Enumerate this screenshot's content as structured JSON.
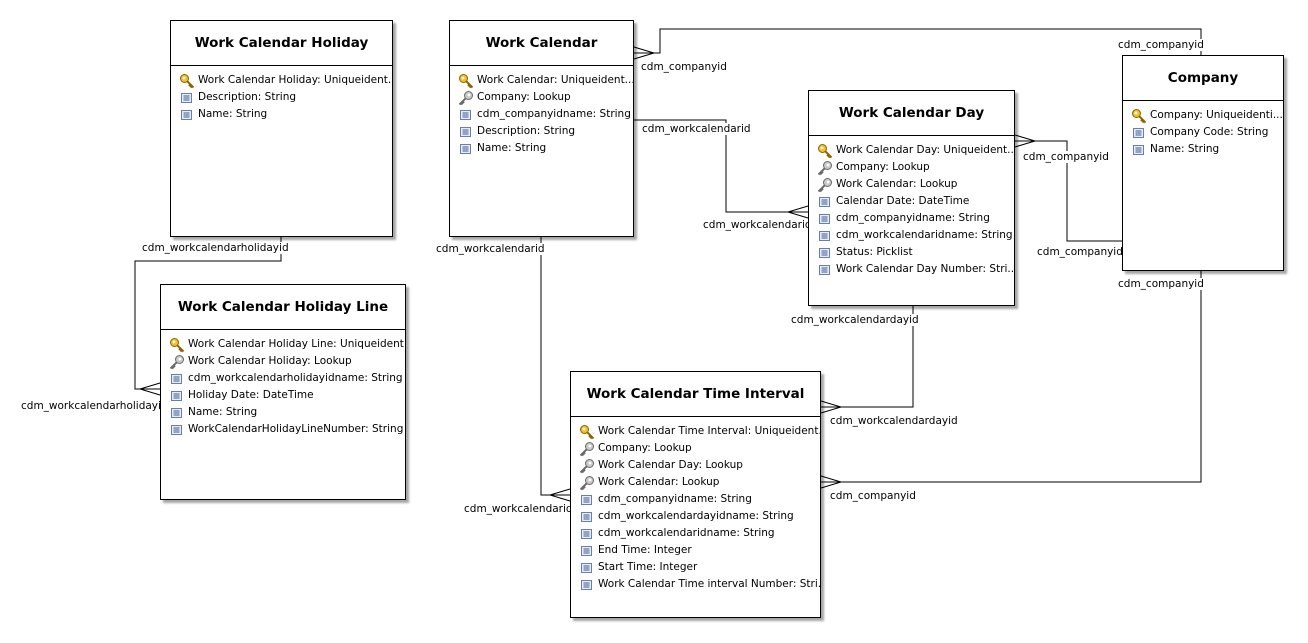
{
  "entities": {
    "holiday": {
      "title": "Work Calendar Holiday",
      "attributes": [
        {
          "icon": "primary-key-icon",
          "text": "Work Calendar Holiday: Uniqueident..."
        },
        {
          "icon": "field-icon",
          "text": "Description: String"
        },
        {
          "icon": "field-icon",
          "text": "Name: String"
        }
      ]
    },
    "calendar": {
      "title": "Work Calendar",
      "attributes": [
        {
          "icon": "primary-key-icon",
          "text": "Work Calendar: Uniqueident..."
        },
        {
          "icon": "foreign-key-icon",
          "text": "Company: Lookup"
        },
        {
          "icon": "field-icon",
          "text": "cdm_companyidname: String"
        },
        {
          "icon": "field-icon",
          "text": "Description: String"
        },
        {
          "icon": "field-icon",
          "text": "Name: String"
        }
      ]
    },
    "day": {
      "title": "Work Calendar Day",
      "attributes": [
        {
          "icon": "primary-key-icon",
          "text": "Work Calendar Day: Uniqueident..."
        },
        {
          "icon": "foreign-key-icon",
          "text": "Company: Lookup"
        },
        {
          "icon": "foreign-key-icon",
          "text": "Work Calendar: Lookup"
        },
        {
          "icon": "field-icon",
          "text": "Calendar Date: DateTime"
        },
        {
          "icon": "field-icon",
          "text": "cdm_companyidname: String"
        },
        {
          "icon": "field-icon",
          "text": "cdm_workcalendaridname: String"
        },
        {
          "icon": "field-icon",
          "text": "Status: Picklist"
        },
        {
          "icon": "field-icon",
          "text": "Work Calendar Day Number: Stri..."
        }
      ]
    },
    "company": {
      "title": "Company",
      "attributes": [
        {
          "icon": "primary-key-icon",
          "text": "Company: Uniqueidenti..."
        },
        {
          "icon": "field-icon",
          "text": "Company Code: String"
        },
        {
          "icon": "field-icon",
          "text": "Name: String"
        }
      ]
    },
    "holiday_line": {
      "title": "Work Calendar Holiday Line",
      "attributes": [
        {
          "icon": "primary-key-icon",
          "text": "Work Calendar Holiday Line: Uniqueident..."
        },
        {
          "icon": "foreign-key-icon",
          "text": "Work Calendar Holiday: Lookup"
        },
        {
          "icon": "field-icon",
          "text": "cdm_workcalendarholidayidname: String"
        },
        {
          "icon": "field-icon",
          "text": "Holiday Date: DateTime"
        },
        {
          "icon": "field-icon",
          "text": "Name: String"
        },
        {
          "icon": "field-icon",
          "text": "WorkCalendarHolidayLineNumber: String"
        }
      ]
    },
    "interval": {
      "title": "Work Calendar Time Interval",
      "attributes": [
        {
          "icon": "primary-key-icon",
          "text": "Work Calendar Time Interval: Uniqueident..."
        },
        {
          "icon": "foreign-key-icon",
          "text": "Company: Lookup"
        },
        {
          "icon": "foreign-key-icon",
          "text": "Work Calendar Day: Lookup"
        },
        {
          "icon": "foreign-key-icon",
          "text": "Work Calendar: Lookup"
        },
        {
          "icon": "field-icon",
          "text": "cdm_companyidname: String"
        },
        {
          "icon": "field-icon",
          "text": "cdm_workcalendardayidname: String"
        },
        {
          "icon": "field-icon",
          "text": "cdm_workcalendaridname: String"
        },
        {
          "icon": "field-icon",
          "text": "End Time: Integer"
        },
        {
          "icon": "field-icon",
          "text": "Start Time: Integer"
        },
        {
          "icon": "field-icon",
          "text": "Work Calendar Time interval Number: Stri..."
        }
      ]
    }
  },
  "relationship_labels": {
    "cal_company_top_right": "cdm_companyid",
    "cal_company_top_left": "cdm_companyid",
    "cal_day_source": "cdm_workcalendarid",
    "cal_day_target": "cdm_workcalendarid",
    "day_company_left": "cdm_companyid",
    "day_company_right": "cdm_companyid",
    "holiday_source": "cdm_workcalendarholidayid",
    "holiday_target": "cdm_workcalendarholidayid",
    "cal_interval_source": "cdm_workcalendarid",
    "cal_interval_target": "cdm_workcalendarid",
    "day_interval_source": "cdm_workcalendardayid",
    "day_interval_target": "cdm_workcalendardayid",
    "company_interval_source": "cdm_companyid",
    "company_interval_target": "cdm_companyid"
  }
}
